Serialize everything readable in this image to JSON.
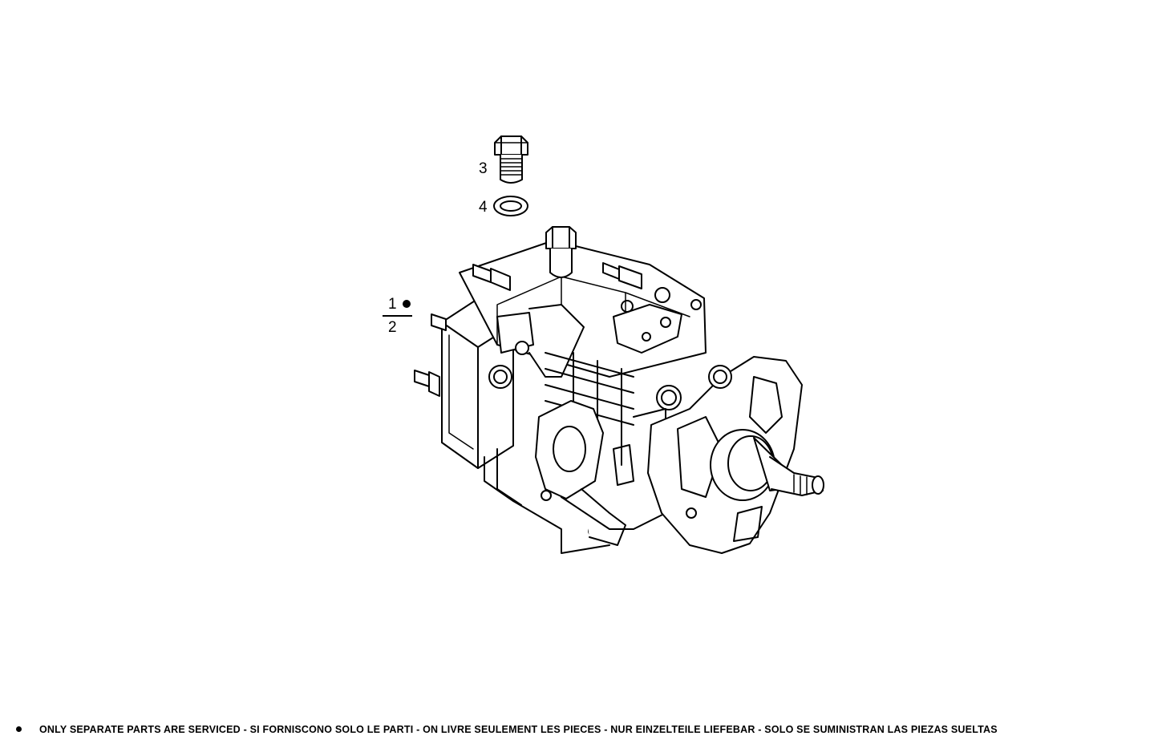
{
  "callouts": {
    "part_3": "3",
    "part_4": "4",
    "part_1": "1",
    "part_2": "2"
  },
  "footer": {
    "note": "ONLY SEPARATE PARTS ARE SERVICED - SI FORNISCONO SOLO LE PARTI - ON LIVRE SEULEMENT LES PIECES - NUR EINZELTEILE LIEFEBAR - SOLO SE SUMINISTRAN LAS PIEZAS SUELTAS"
  },
  "icons": {
    "bullet": "filled-circle"
  },
  "colors": {
    "ink": "#000000",
    "paper": "#ffffff"
  }
}
